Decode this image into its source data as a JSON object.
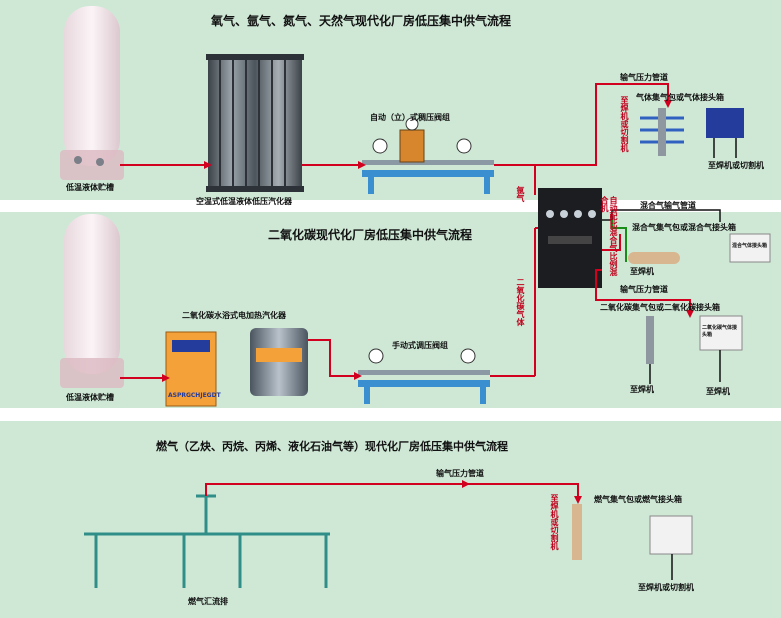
{
  "sections": [
    {
      "title": "氧气、氩气、氮气、天然气现代化厂房低压集中供气流程",
      "tank_label": "低温液体贮槽",
      "vaporizer_label": "空温式低温液体低压汽化器",
      "regulator_label": "自动（立）式稠压阀组",
      "pipe_label": "输气压力管道",
      "terminal_label": "气体集气包或气体接头箱",
      "terminal_sub_label": "至焊机或切割机",
      "welder_label": "至焊机或切割机"
    },
    {
      "title": "二氧化碳现代化厂房低压集中供气流程",
      "tank_label": "低温液体贮槽",
      "heater_label": "二氧化碳水浴式电加热汽化器",
      "heater_panel_text": "ASPRGCHJEGDT",
      "regulator_label": "手动式调压阀组",
      "mix_pipe_label": "混合气输气管道",
      "mix_terminal_label": "混合气集气包或混合气接头箱",
      "mix_welder_label": "至焊机",
      "mix_box_text": "混合气体接头箱",
      "co2_pipe_label": "输气压力管道",
      "co2_terminal_label": "二氧化碳集气包或二氧化碳接头箱",
      "co2_welder_label": "至焊机",
      "co2_box_text": "二氧化碳气体接头箱",
      "left_welder_label": "至焊机"
    },
    {
      "title": "燃气（乙炔、丙烷、丙烯、液化石油气等）现代化厂房低压集中供气流程",
      "manifold_label": "燃气汇流排",
      "pipe_label": "输气压力管道",
      "terminal_label": "燃气集气包或燃气接头箱",
      "welder_label": "至焊机或切割机",
      "left_welder_label": "至焊机或切割机"
    }
  ],
  "mixer": {
    "argon_label": "氩气",
    "co2_label": "二氧化碳气体",
    "mixer_label": "自动配比混合气比例混合机"
  },
  "colors": {
    "panel_bg": "#cfe8d6",
    "pipe_red": "#d2001e",
    "pipe_green": "#1a8c1a",
    "frame_blue": "#3a8fd0"
  }
}
